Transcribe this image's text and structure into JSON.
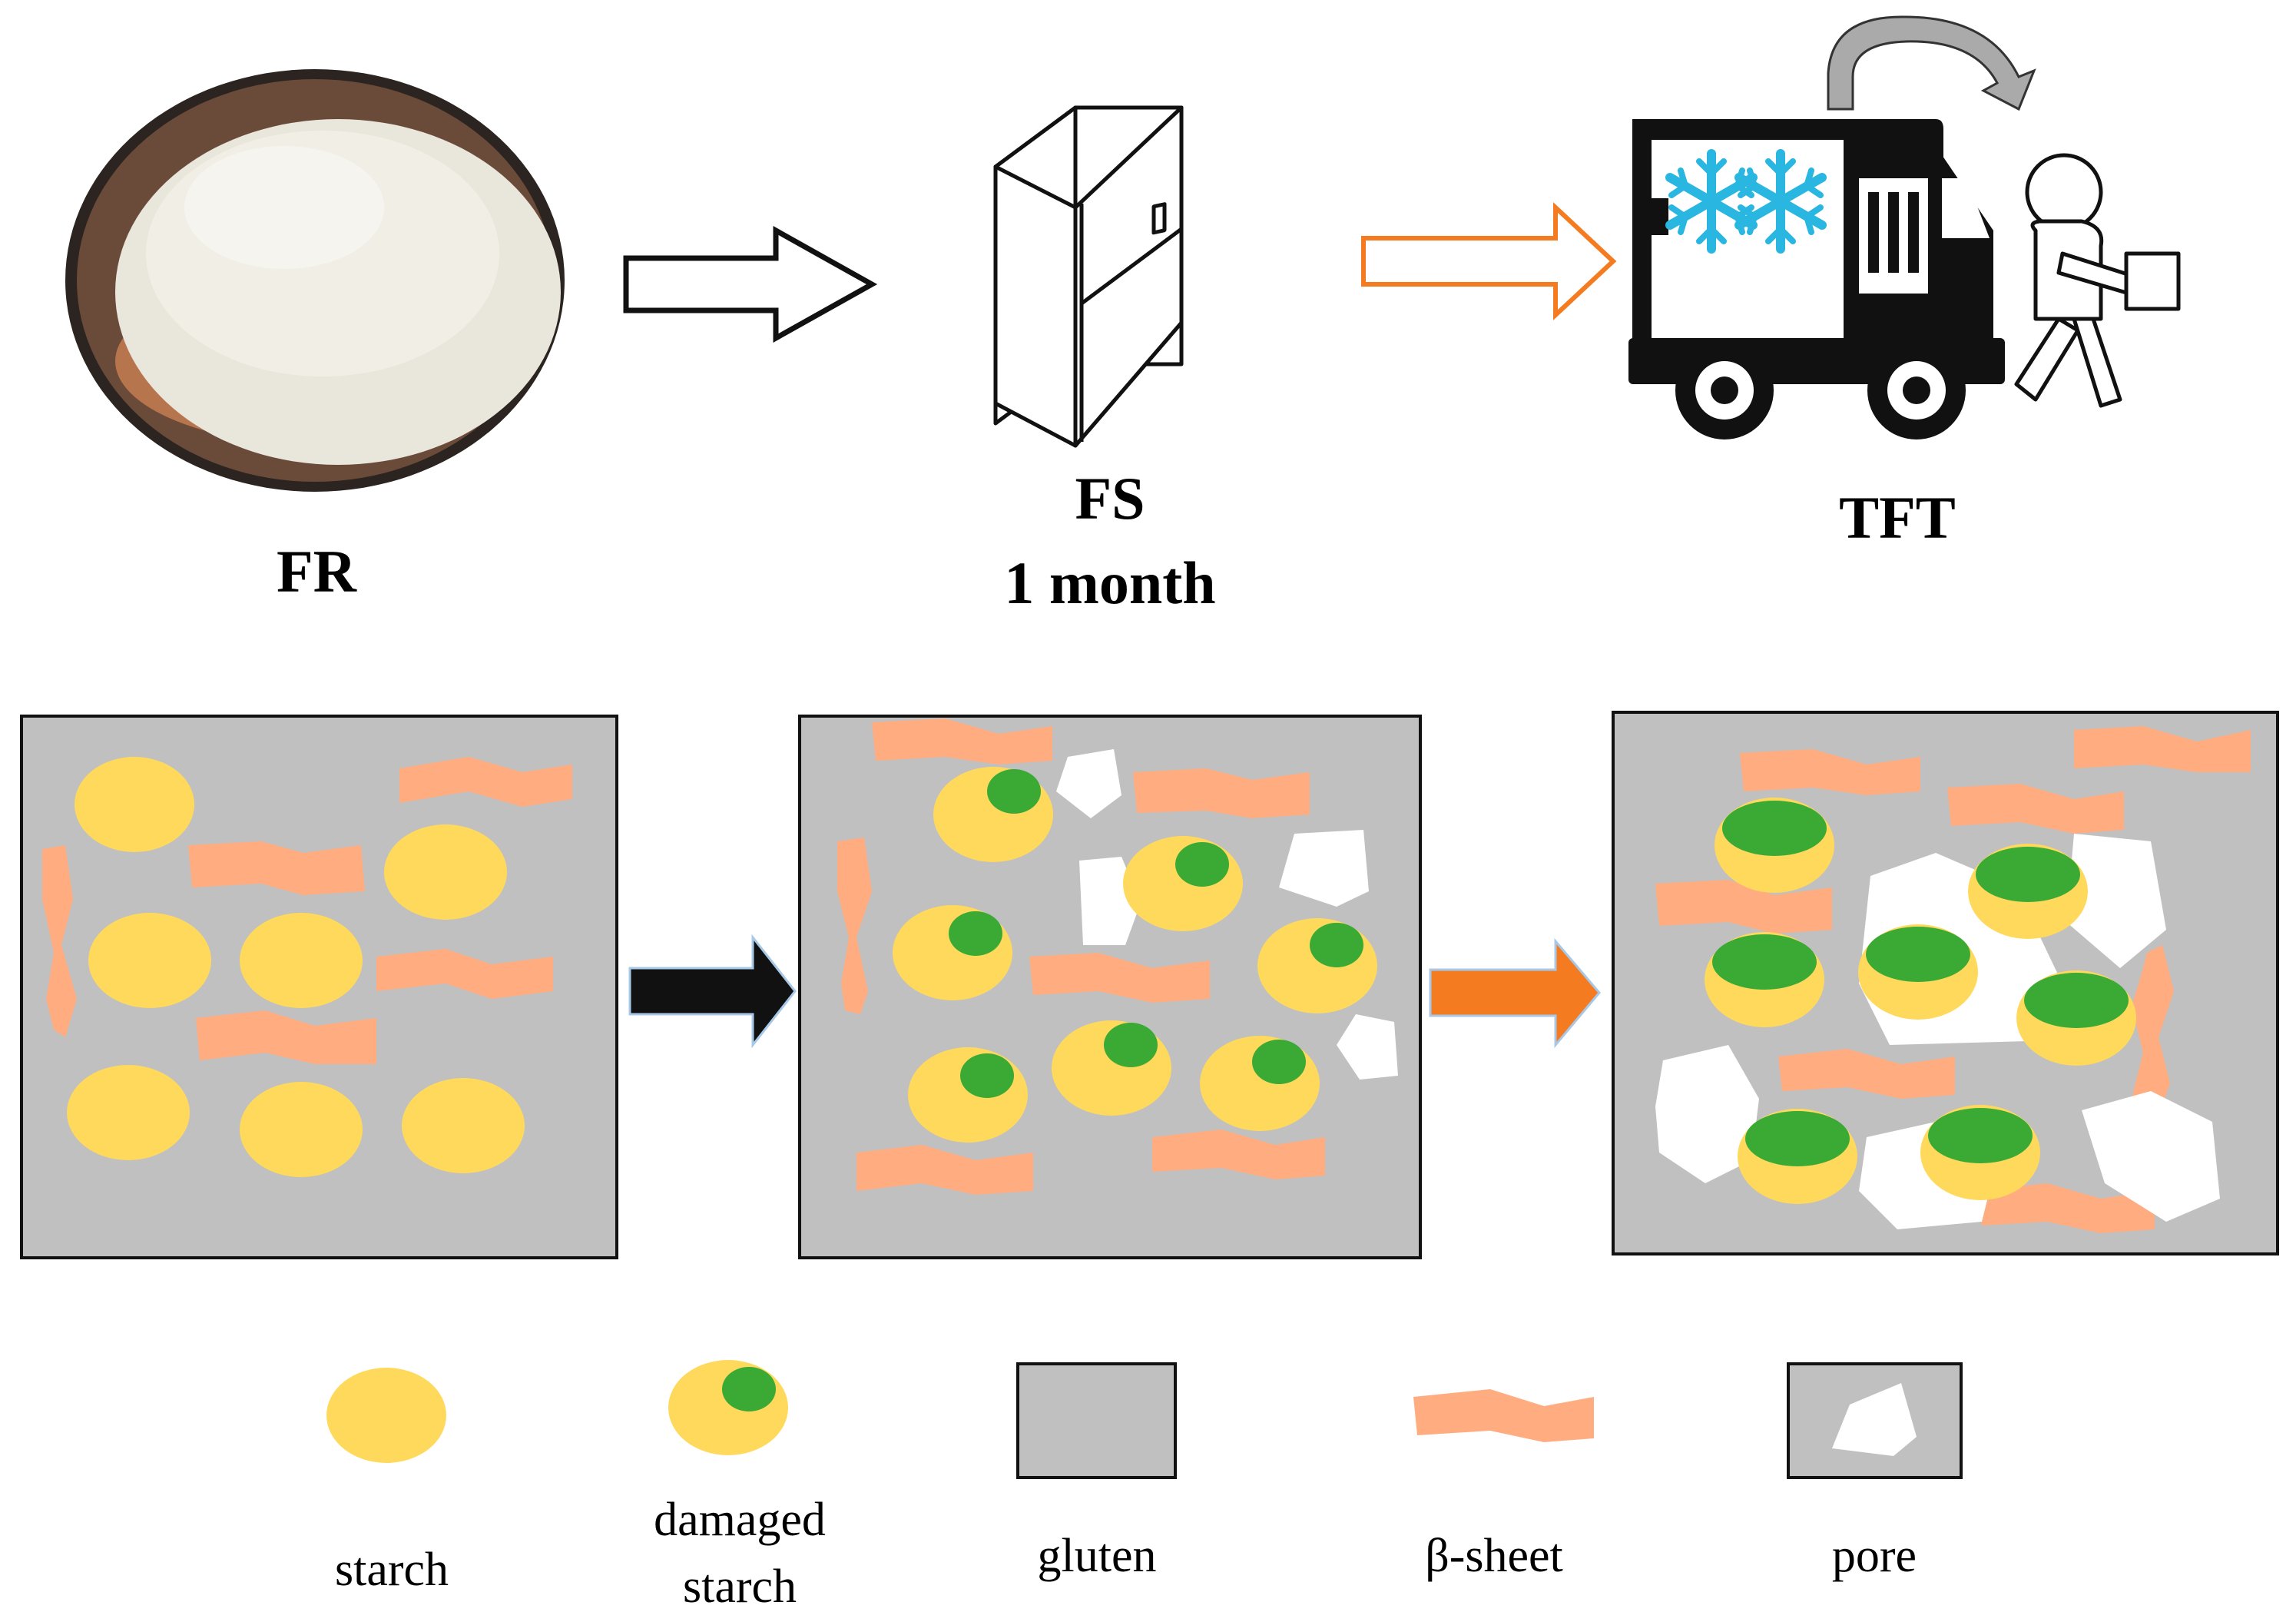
{
  "stages": [
    {
      "label": "FR",
      "sublabel": ""
    },
    {
      "label": "FS",
      "sublabel": "1 month"
    },
    {
      "label": "TFT",
      "sublabel": ""
    }
  ],
  "legend": [
    {
      "key": "starch",
      "lines": [
        "starch"
      ]
    },
    {
      "key": "damaged-starch",
      "lines": [
        "damaged",
        "starch"
      ]
    },
    {
      "key": "gluten",
      "lines": [
        "gluten"
      ]
    },
    {
      "key": "beta-sheet",
      "lines": [
        "β-sheet"
      ]
    },
    {
      "key": "pore",
      "lines": [
        "pore"
      ]
    }
  ],
  "colors": {
    "gluten": "#c0c0c0",
    "starch": "#ffd95c",
    "damaged": "#3aaa35",
    "beta_sheet": "#ffad80",
    "pore": "#ffffff",
    "accent_orange": "#f47b20",
    "snowflake": "#29b6e0"
  }
}
